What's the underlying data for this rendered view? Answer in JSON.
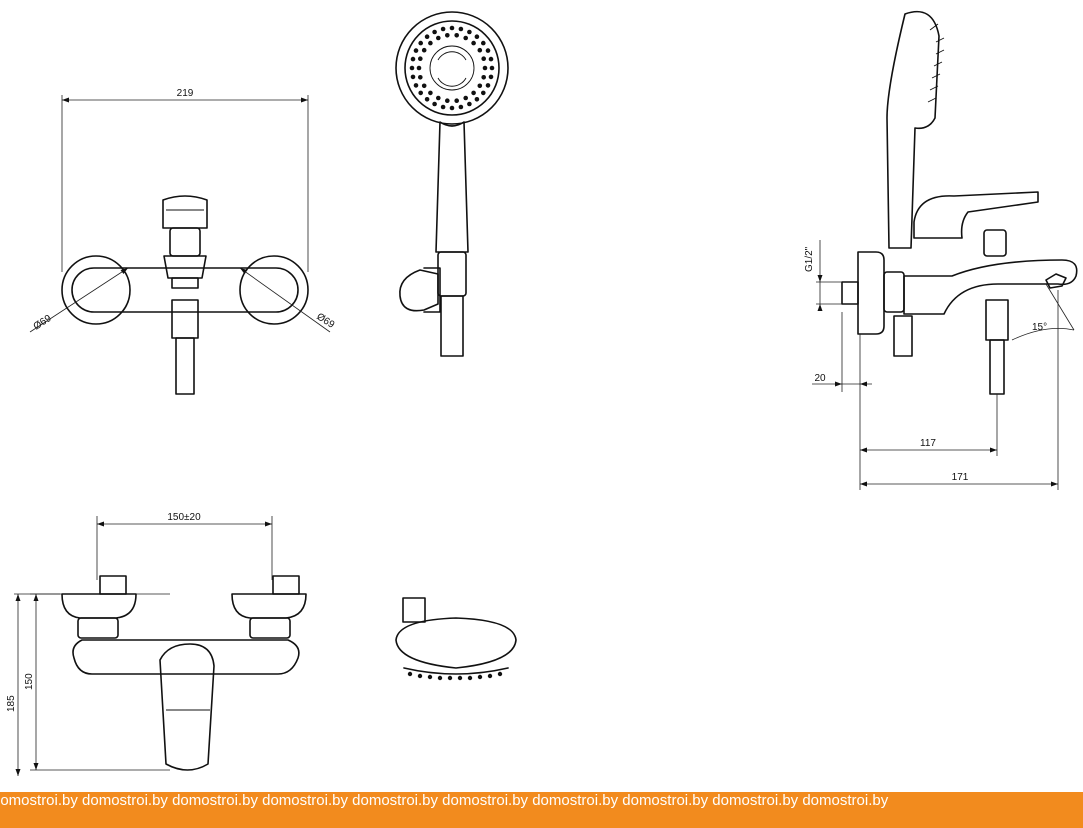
{
  "dimensions": {
    "width_top": "219",
    "dia_left": "Ø69",
    "dia_right": "Ø69",
    "spacing": "150±20",
    "height_outer": "185",
    "height_inner": "150",
    "thread": "G1/2\"",
    "wall_offset": "20",
    "depth_spout": "117",
    "depth_total": "171",
    "angle": "15°"
  },
  "watermark": {
    "text": "domostroi.by  domostroi.by  domostroi.by  domostroi.by  domostroi.by  domostroi.by  domostroi.by  domostroi.by  domostroi.by  domostroi.by"
  },
  "colors": {
    "line": "#111111",
    "watermark_bg": "#f28b1e",
    "watermark_text": "#ffffff"
  }
}
